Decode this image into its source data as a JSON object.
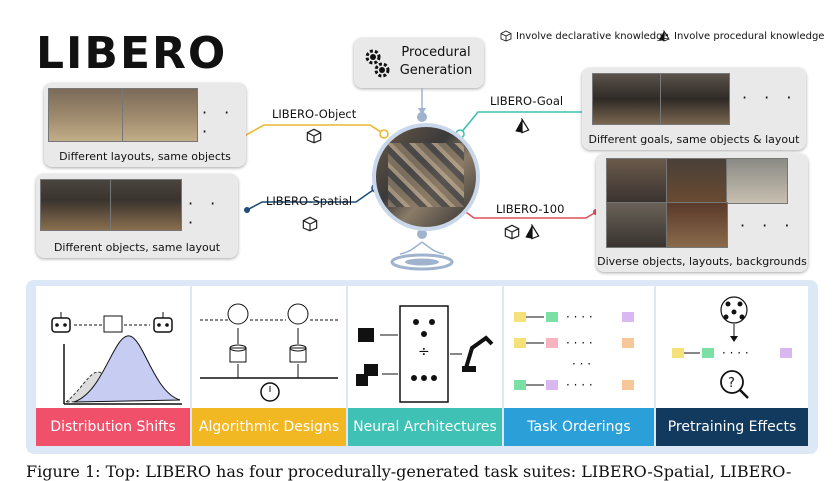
{
  "logo": "LIBERO",
  "legend": {
    "declarative": "Involve declarative knowledge",
    "procedural": "Involve procedural knowledge"
  },
  "center": {
    "title_line1": "Procedural",
    "title_line2": "Generation"
  },
  "suites": [
    {
      "name": "LIBERO-Object",
      "caption": "Different layouts, same objects",
      "color": "#e8b92f",
      "knowledge": "declarative"
    },
    {
      "name": "LIBERO-Spatial",
      "caption": "Different objects, same layout",
      "color": "#1f4e79",
      "knowledge": "declarative"
    },
    {
      "name": "LIBERO-Goal",
      "caption": "Different goals, same objects & layout",
      "color": "#3fbfb0",
      "knowledge": "procedural"
    },
    {
      "name": "LIBERO-100",
      "caption": "Diverse objects, layouts, backgrounds",
      "color": "#e0505c",
      "knowledge": "both"
    }
  ],
  "dots": "· · ·",
  "research_areas": [
    {
      "label": "Distribution Shifts",
      "color": "#f0506a"
    },
    {
      "label": "Algorithmic Designs",
      "color": "#f2b824"
    },
    {
      "label": "Neural Architectures",
      "color": "#3fc2b5"
    },
    {
      "label": "Task Orderings",
      "color": "#2a9fd8"
    },
    {
      "label": "Pretraining Effects",
      "color": "#123a5e"
    }
  ],
  "caption": "Figure 1: Top: LIBERO has four procedurally-generated task suites: LIBERO-Spatial, LIBERO-"
}
